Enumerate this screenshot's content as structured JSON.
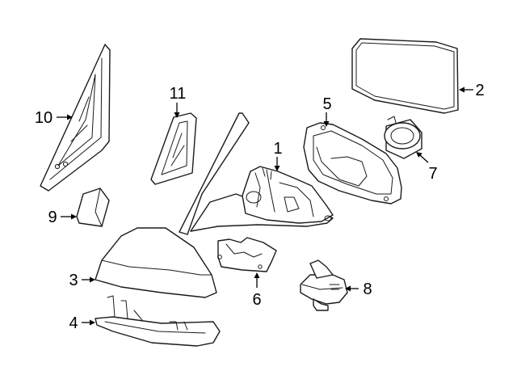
{
  "callouts": [
    {
      "id": "1",
      "label": "1"
    },
    {
      "id": "2",
      "label": "2"
    },
    {
      "id": "3",
      "label": "3"
    },
    {
      "id": "4",
      "label": "4"
    },
    {
      "id": "5",
      "label": "5"
    },
    {
      "id": "6",
      "label": "6"
    },
    {
      "id": "7",
      "label": "7"
    },
    {
      "id": "8",
      "label": "8"
    },
    {
      "id": "9",
      "label": "9"
    },
    {
      "id": "10",
      "label": "10"
    },
    {
      "id": "11",
      "label": "11"
    }
  ],
  "colors": {
    "line": "#1a1a1a",
    "background": "#ffffff",
    "shade": "#e9e9e9"
  }
}
